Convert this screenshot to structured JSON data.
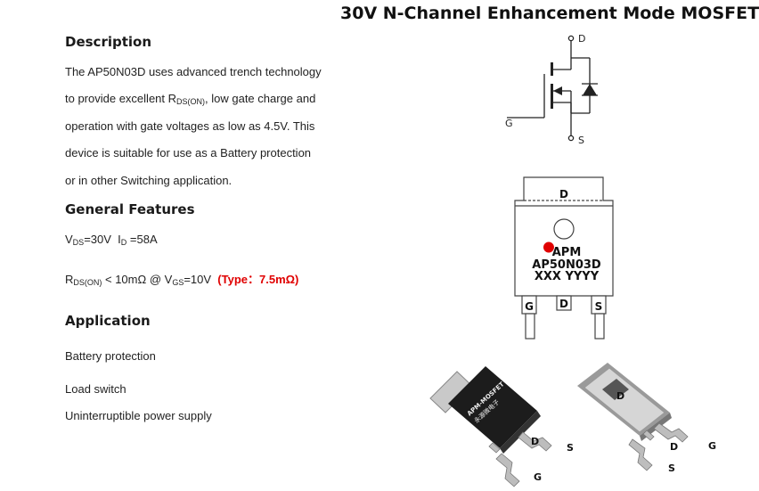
{
  "title": "30V N-Channel Enhancement Mode MOSFET",
  "description": {
    "heading": "Description",
    "line1": "The AP50N03D uses advanced trench technology",
    "line2_pre": "to provide excellent R",
    "line2_sub": "DS(ON)",
    "line2_post": ", low gate charge and",
    "line3": "operation with gate voltages as low as 4.5V. This",
    "line4": "device is suitable for use as a Battery protection",
    "line5": "or in other Switching application."
  },
  "features": {
    "heading": "General Features",
    "vds_pre": "V",
    "vds_sub": "DS",
    "vds_val": "=30V",
    "id_pre": "I",
    "id_sub": "D",
    "id_val": "=58A",
    "rds_pre": "R",
    "rds_sub": "DS(ON)",
    "rds_mid": " < 10mΩ @ V",
    "vgs_sub": "GS",
    "vgs_val": "=10V",
    "typ": "(Type：7.5mΩ)"
  },
  "application": {
    "heading": "Application",
    "items": [
      "Battery protection",
      "Load switch",
      "Uninterruptible power supply"
    ]
  },
  "symbol": {
    "d": "D",
    "g": "G",
    "s": "S"
  },
  "package": {
    "top_pin": "D",
    "brand": "APM",
    "part": "AP50N03D",
    "code": "XXX YYYY",
    "pin_g": "G",
    "pin_d": "D",
    "pin_s": "S"
  },
  "photo_left": {
    "marking1": "APM-MOSFET",
    "marking2": "永源微电子",
    "pin_d": "D",
    "pin_s": "S",
    "pin_g": "G"
  },
  "photo_right": {
    "tab": "D",
    "pin_d": "D",
    "pin_s": "S",
    "pin_g": "G"
  }
}
